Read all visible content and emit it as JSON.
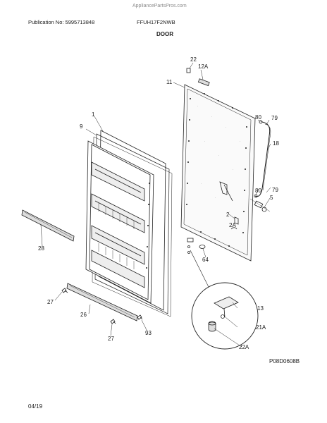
{
  "watermark": "AppliancePartsPros.com",
  "header": {
    "publication": "Publication No: 5995713848",
    "model": "FFUH17F2NWB"
  },
  "section_title": "DOOR",
  "callouts": {
    "c22": "22",
    "c12a": "12A",
    "c11": "11",
    "c1": "1",
    "c9": "9",
    "c80a": "80",
    "c79a": "79",
    "c18": "18",
    "c80b": "80",
    "c79b": "79",
    "c5": "5",
    "c2": "2",
    "c2a": "2A",
    "c28": "28",
    "c64": "64",
    "c27a": "27",
    "c26": "26",
    "c27b": "27",
    "c93": "93",
    "c13": "13",
    "c21a": "21A",
    "c22a": "22A"
  },
  "drawing_code": "P08D0608B",
  "footer_date": "04/19"
}
